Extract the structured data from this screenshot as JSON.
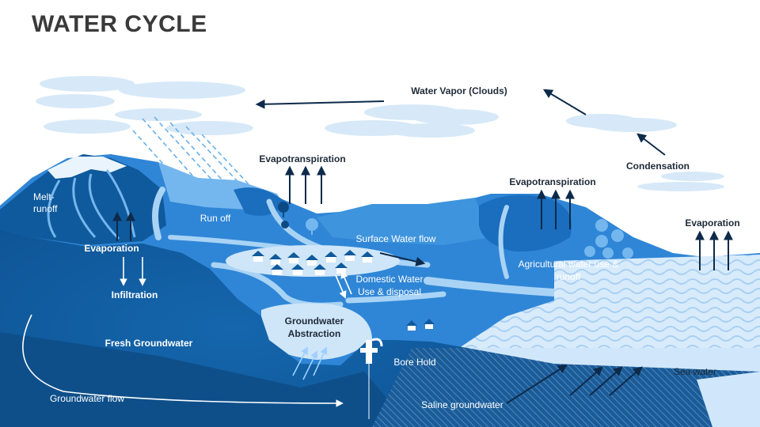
{
  "title": "WATER CYCLE",
  "labels": {
    "water_vapor": "Water Vapor (Clouds)",
    "condensation": "Condensation",
    "evapotranspiration_left": "Evapotranspiration",
    "evapotranspiration_right": "Evapotranspiration",
    "evaporation_sea": "Evaporation",
    "evaporation_land": "Evaporation",
    "melt_runoff_1": "Melt-",
    "melt_runoff_2": "runoff",
    "run_off": "Run off",
    "surface_water_flow": "Surface Water flow",
    "infiltration": "Infiltration",
    "domestic_water_1": "Domestic Water",
    "domestic_water_2": "Use & disposal",
    "agri_1": "Agricultural water use &",
    "agri_2": "runoff",
    "groundwater_abstraction_1": "Groundwater",
    "groundwater_abstraction_2": "Abstraction",
    "fresh_groundwater": "Fresh Groundwater",
    "bore_hold": "Bore Hold",
    "sea_water": "Sea water",
    "groundwater_flow": "Groundwater flow",
    "saline_groundwater": "Saline groundwater"
  },
  "colors": {
    "deep_blue": "#0f5a9c",
    "mid_blue": "#2f86d6",
    "light_blue": "#74b6ee",
    "pale_blue": "#cfe6f9",
    "arrow_dark": "#0d2a4a",
    "cloud": "#d7e9f8"
  },
  "icons": [
    "cloud-icon",
    "arrow-up-icon",
    "tree-icon",
    "house-icon",
    "water-pump-icon"
  ]
}
